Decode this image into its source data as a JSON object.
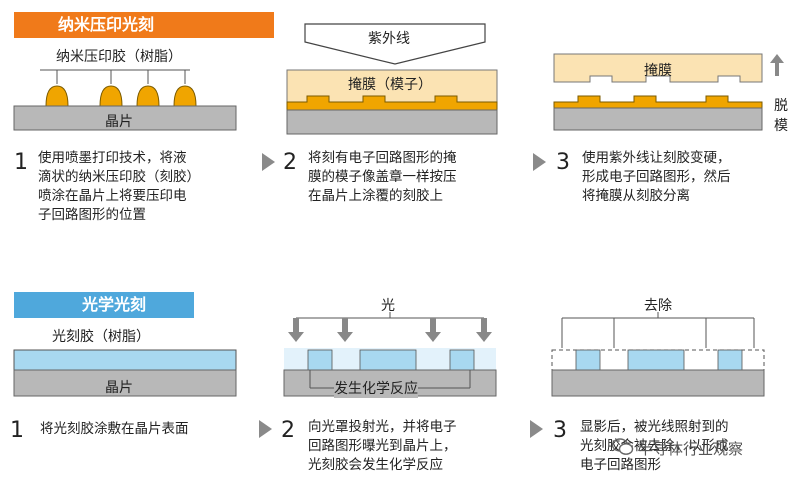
{
  "nano": {
    "title": "纳米压印光刻",
    "resist_label": "纳米压印胶（树脂）",
    "wafer_label": "晶片",
    "uv_label": "紫外线",
    "mold_label": "掩膜（模子）",
    "mold_label3": "掩膜",
    "release_label": "脱模",
    "steps": [
      {
        "num": "1",
        "text": [
          "使用喷墨打印技术，将液",
          "滴状的纳米压印胶（刻胶）",
          "喷涂在晶片上将要压印电",
          "子回路图形的位置"
        ]
      },
      {
        "num": "2",
        "text": [
          "将刻有电子回路图形的掩",
          "膜的模子像盖章一样按压",
          "在晶片上涂覆的刻胶上"
        ]
      },
      {
        "num": "3",
        "text": [
          "使用紫外线让刻胶变硬，",
          "形成电子回路图形，然后",
          "将掩膜从刻胶分离"
        ]
      }
    ]
  },
  "photo": {
    "title": "光学光刻",
    "resist_label": "光刻胶（树脂）",
    "wafer_label": "晶片",
    "light_label": "光",
    "reaction_label": "发生化学反应",
    "remove_label": "去除",
    "steps": [
      {
        "num": "1",
        "text": [
          "将光刻胶涂敷在晶片表面"
        ]
      },
      {
        "num": "2",
        "text": [
          "向光罩投射光，并将电子",
          "回路图形曝光到晶片上，",
          "光刻胶会发生化学反应"
        ]
      },
      {
        "num": "3",
        "text": [
          "显影后，被光线照射到的",
          "光刻胶会被去除，以形成",
          "电子回路图形"
        ]
      }
    ]
  },
  "watermark": "半导体行业观察",
  "colors": {
    "orange": "#f07a1a",
    "blue": "#4fa8dc",
    "resist_orange": "#f0a500",
    "mold": "#fbe3b3",
    "wafer": "#b8b8b8",
    "resist_blue": "#a8d8f0"
  }
}
